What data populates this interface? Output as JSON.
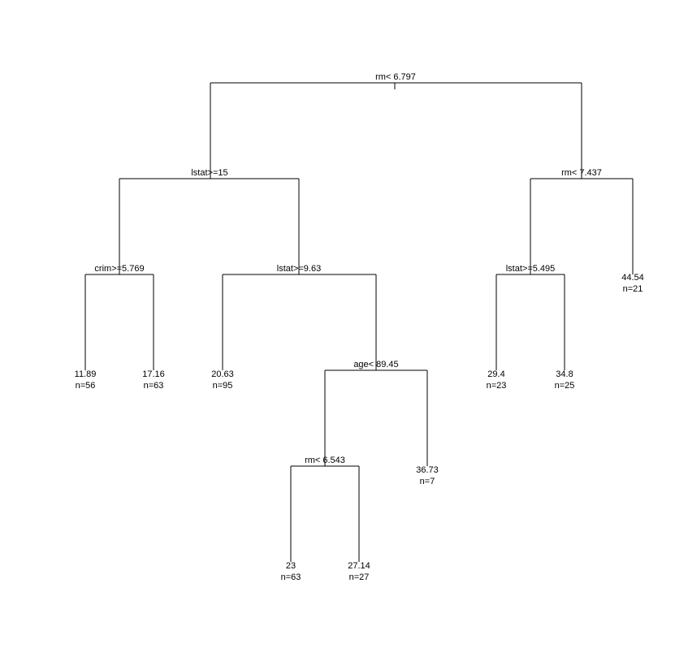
{
  "tree": {
    "splits": {
      "root": "rm< 6.797",
      "left": "lstat>=15",
      "right": "rm< 7.437",
      "left_left": "crim>=5.769",
      "left_right": "lstat>=9.63",
      "right_left": "lstat>=5.495",
      "left_right_right": "age< 89.45",
      "left_right_right_left": "rm< 6.543"
    },
    "leaves": {
      "leaf_1": {
        "value": "11.89",
        "n": "n=56"
      },
      "leaf_2": {
        "value": "17.16",
        "n": "n=63"
      },
      "leaf_3": {
        "value": "20.63",
        "n": "n=95"
      },
      "leaf_4": {
        "value": "23",
        "n": "n=63"
      },
      "leaf_5": {
        "value": "27.14",
        "n": "n=27"
      },
      "leaf_6": {
        "value": "36.73",
        "n": "n=7"
      },
      "leaf_7": {
        "value": "29.4",
        "n": "n=23"
      },
      "leaf_8": {
        "value": "34.8",
        "n": "n=25"
      },
      "leaf_9": {
        "value": "44.54",
        "n": "n=21"
      }
    }
  }
}
